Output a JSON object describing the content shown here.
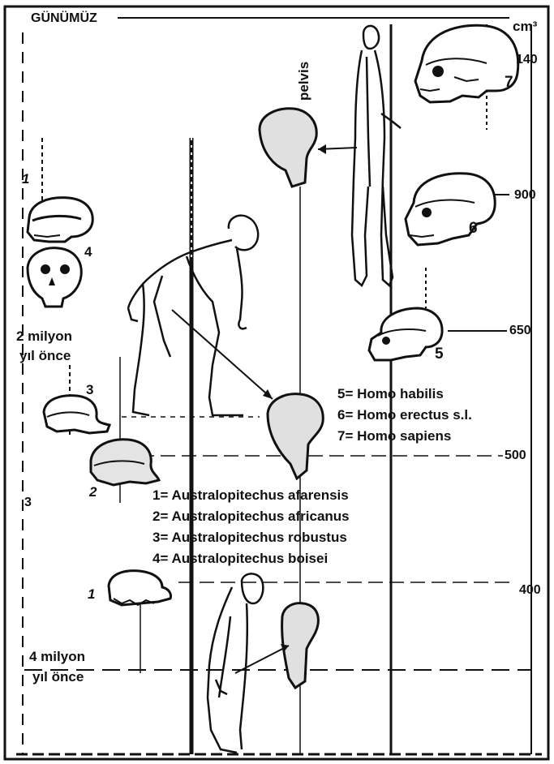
{
  "header": {
    "present": "GÜNÜMÜZ",
    "unit": "cm³"
  },
  "volumes": {
    "v1400": "140",
    "v900": "900",
    "v650": "650",
    "v500": "500",
    "v400": "400"
  },
  "time_labels": {
    "two_my_line1": "2 milyon",
    "two_my_line2": "yıl önce",
    "four_my_line1": "4 milyon",
    "four_my_line2": "yıl önce"
  },
  "pelvis_label": "pelvis",
  "numbers": {
    "n1_top": "1",
    "n4": "4",
    "n3": "3",
    "n2": "2",
    "n3_left": "3",
    "n1_bottom": "1",
    "n5": "5",
    "n6": "6",
    "n7": "7"
  },
  "legend_homo": [
    "5= Homo habilis",
    "6= Homo erectus s.l.",
    "7= Homo sapiens"
  ],
  "legend_australopithecus": [
    "1= Australopitechus afarensis",
    "2= Australopitechus africanus",
    "3= Australopitechus robustus",
    "4= Australopitechus boisei"
  ],
  "colors": {
    "ink": "#111111",
    "paper": "#ffffff",
    "fill_gray": "#dcdcdc"
  },
  "icons": [
    "skull-icon",
    "pelvis-icon",
    "hominid-figure-icon"
  ]
}
